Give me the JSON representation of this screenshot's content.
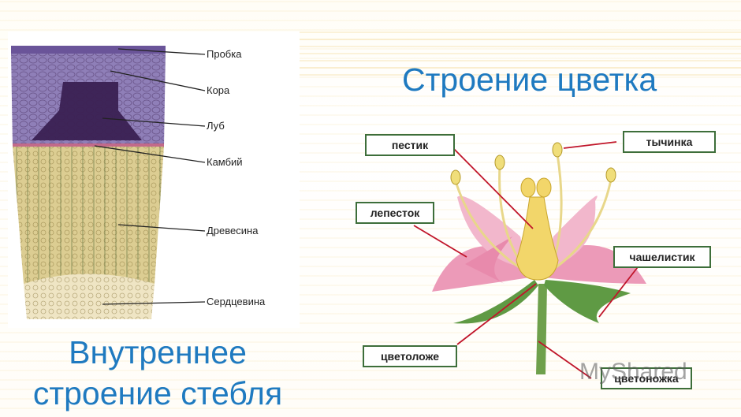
{
  "flower": {
    "title": "Строение цветка",
    "labels": {
      "pistil": "пестик",
      "stamen": "тычинка",
      "petal": "лепесток",
      "sepal": "чашелистик",
      "receptacle": "цветоложе",
      "pedicel": "цветоножка"
    }
  },
  "stem": {
    "title_line1": "Внутреннее",
    "title_line2": "строение стебля",
    "labels": {
      "cork": "Пробка",
      "bark": "Кора",
      "phloem": "Луб",
      "cambium": "Камбий",
      "wood": "Древесина",
      "pith": "Сердцевина"
    }
  },
  "watermark": "MyShared",
  "colors": {
    "title": "#1f7ac0",
    "flower_panel": "#cdc4aa",
    "label_border": "#3d6e3a",
    "arrow": "#c0152a"
  }
}
